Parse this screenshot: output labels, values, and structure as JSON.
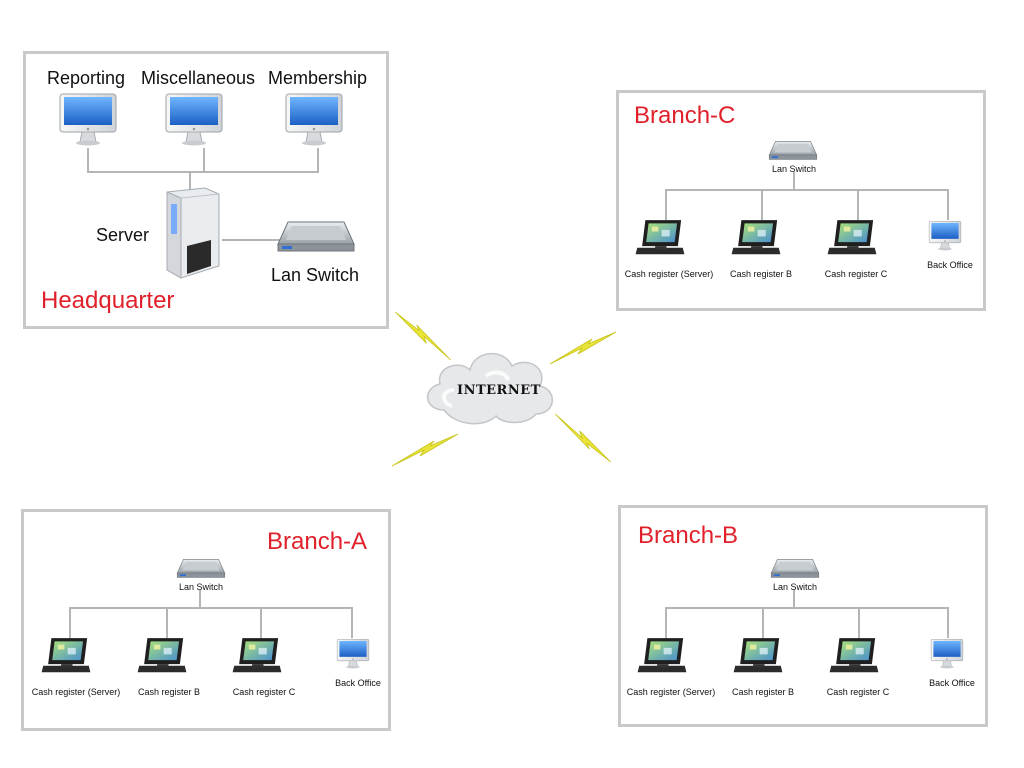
{
  "headquarter": {
    "title": "Headquarter",
    "monitors": [
      "Reporting",
      "Miscellaneous",
      "Membership"
    ],
    "server_label": "Server",
    "switch_label": "Lan Switch"
  },
  "branches": [
    {
      "title": "Branch-C",
      "switch_label": "Lan Switch",
      "devices": [
        "Cash register (Server)",
        "Cash register B",
        "Cash register C",
        "Back Office"
      ]
    },
    {
      "title": "Branch-A",
      "switch_label": "Lan Switch",
      "devices": [
        "Cash register (Server)",
        "Cash register B",
        "Cash register C",
        "Back Office"
      ]
    },
    {
      "title": "Branch-B",
      "switch_label": "Lan Switch",
      "devices": [
        "Cash register (Server)",
        "Cash register B",
        "Cash register C",
        "Back Office"
      ]
    }
  ],
  "internet": {
    "label": "INTERNET"
  },
  "colors": {
    "title": "#e0202a",
    "border": "#c9c9c9",
    "wire": "#b5b5b5",
    "bolt": "#e8e43a"
  },
  "icons": [
    "desktop-monitor-icon",
    "server-tower-icon",
    "lan-switch-icon",
    "cash-register-icon",
    "cloud-icon",
    "lightning-icon"
  ]
}
